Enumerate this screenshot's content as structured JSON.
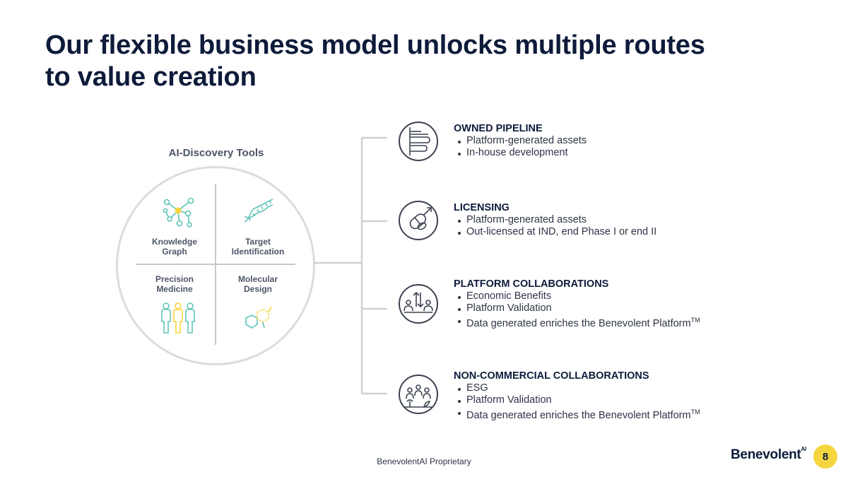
{
  "title": {
    "line1": "Our flexible business model unlocks multiple routes",
    "line2": "to value creation"
  },
  "tools": {
    "label": "AI-Discovery Tools",
    "items": [
      {
        "line1": "Knowledge",
        "line2": "Graph",
        "icon": "knowledge-graph-icon"
      },
      {
        "line1": "Target",
        "line2": "Identification",
        "icon": "dna-helix-icon"
      },
      {
        "line1": "Precision",
        "line2": "Medicine",
        "icon": "people-icon"
      },
      {
        "line1": "Molecular",
        "line2": "Design",
        "icon": "molecule-icon"
      }
    ]
  },
  "routes": [
    {
      "title": "OWNED PIPELINE",
      "icon": "pipeline-icon",
      "bullets": [
        "Platform-generated assets",
        "In-house development"
      ]
    },
    {
      "title": "LICENSING",
      "icon": "pill-arrow-icon",
      "bullets": [
        "Platform-generated assets",
        "Out-licensed at IND, end Phase I or end II"
      ]
    },
    {
      "title": "PLATFORM COLLABORATIONS",
      "icon": "collaboration-icon",
      "bullets": [
        "Economic Benefits",
        "Platform Validation",
        "Data generated enriches the Benevolent Platform"
      ],
      "tm": "TM"
    },
    {
      "title": "NON-COMMERCIAL COLLABORATIONS",
      "icon": "community-icon",
      "bullets": [
        "ESG",
        "Platform Validation",
        "Data generated enriches the Benevolent Platform"
      ],
      "tm": "TM"
    }
  ],
  "footer": {
    "proprietary": "BenevolentAI Proprietary",
    "brand": "Benevolent",
    "brand_sup": "AI",
    "page_number": "8"
  },
  "colors": {
    "navy": "#0e1b3a",
    "teal": "#5fc4b8",
    "yellow": "#f6d63f",
    "grey_line": "#d0d0d0"
  }
}
